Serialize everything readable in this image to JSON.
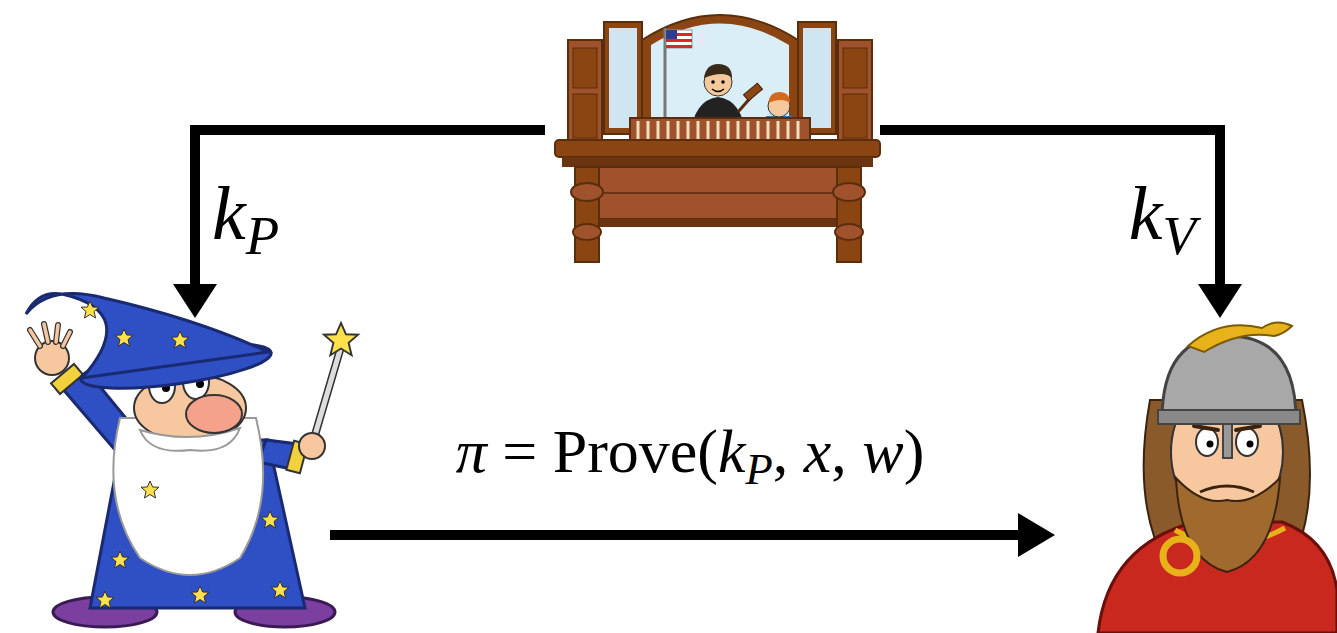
{
  "diagram": {
    "labels": [
      "kP",
      "kV",
      "π = Prove(kP, x, w)"
    ]
  }
}
